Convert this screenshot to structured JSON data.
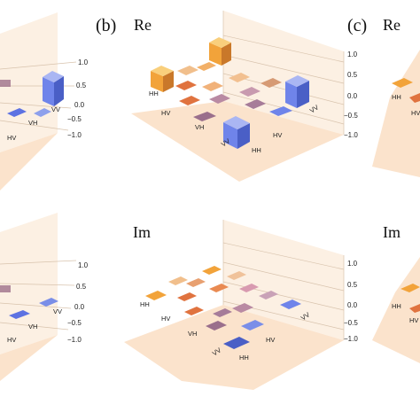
{
  "panel_labels": {
    "b": "(b)",
    "c": "(c)"
  },
  "part_labels": {
    "re": "Re",
    "im": "Im"
  },
  "basis": [
    "HH",
    "HV",
    "VH",
    "VV"
  ],
  "ticks": [
    "1.0",
    "0.5",
    "0.0",
    "−0.5",
    "−1.0"
  ],
  "colors": {
    "floor": "#fbe3cc",
    "wall": "#fcf0e3",
    "grid": "#d8c3ad",
    "orange_bar": "#f2a33a",
    "light_orange": "#f1bf8c",
    "orange_red": "#e0733f",
    "purple": "#9a6f8c",
    "blue": "#5d72e2"
  },
  "chart_data": [
    {
      "name": "left-re",
      "type": "3d-bar",
      "tick_labels": [
        "1.0",
        "0.5",
        "0.0",
        "−0.5",
        "−1.0"
      ],
      "row_labels": [
        "HV",
        "VH",
        "VV"
      ]
    },
    {
      "name": "b-re",
      "type": "3d-bar",
      "title": "(b) Re",
      "row_labels": [
        "HH",
        "HV",
        "VH",
        "VV"
      ],
      "col_labels": [
        "HH",
        "HV",
        "VV"
      ],
      "zlim": [
        -1.0,
        1.0
      ]
    },
    {
      "name": "c-re",
      "type": "3d-bar",
      "title": "(c) Re",
      "row_labels": [
        "HH",
        "HV"
      ]
    },
    {
      "name": "left-im",
      "type": "3d-bar",
      "tick_labels": [
        "1.0",
        "0.5",
        "0.0",
        "−0.5",
        "−1.0"
      ],
      "row_labels": [
        "HV",
        "VH",
        "VV"
      ]
    },
    {
      "name": "b-im",
      "type": "3d-bar",
      "title": "Im",
      "row_labels": [
        "HH",
        "HV",
        "VH",
        "VV"
      ],
      "col_labels": [
        "HH",
        "HV",
        "VV"
      ],
      "zlim": [
        -1.0,
        1.0
      ]
    },
    {
      "name": "c-im",
      "type": "3d-bar",
      "title": "Im",
      "row_labels": [
        "HH",
        "HV"
      ]
    }
  ]
}
